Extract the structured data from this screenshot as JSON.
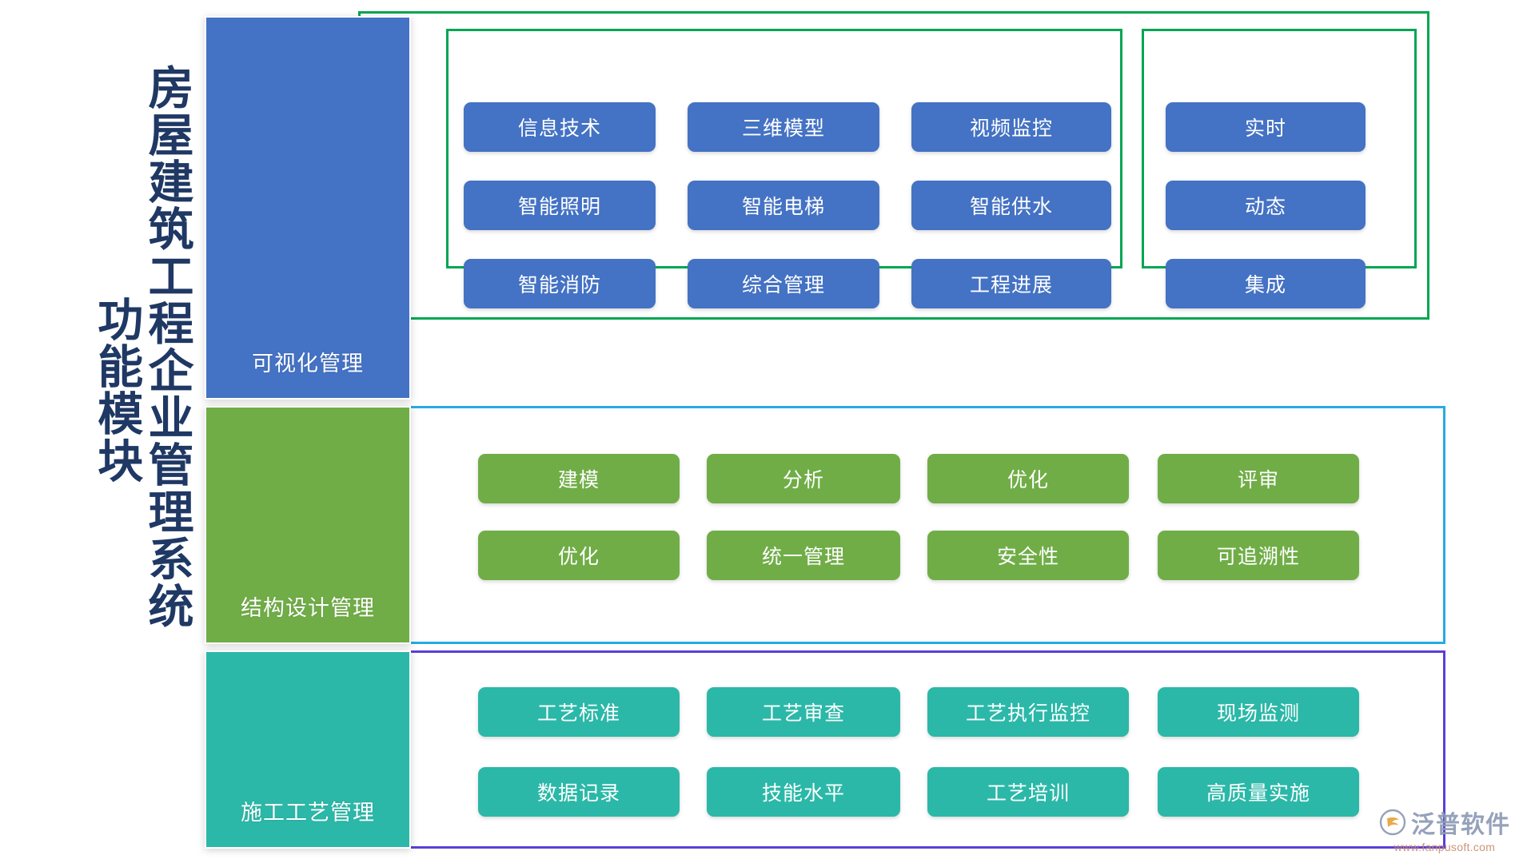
{
  "title": {
    "primary": "房屋建筑工程企业管理系统",
    "secondary": "功能模块",
    "color": "#1F3864"
  },
  "colors": {
    "blue": "#4472C4",
    "green": "#70AD47",
    "teal": "#2BB8A8",
    "outline_green": "#00A652",
    "outline_cyan": "#29ABE2",
    "outline_purple": "#5B3FD6"
  },
  "sections": [
    {
      "key": "visualization",
      "label": "可视化管理",
      "color": "#4472C4",
      "outline": "#00A652",
      "groups": [
        {
          "key": "main",
          "items": [
            "信息技术",
            "三维模型",
            "视频监控",
            "智能照明",
            "智能电梯",
            "智能供水",
            "智能消防",
            "综合管理",
            "工程进展"
          ]
        },
        {
          "key": "aside",
          "items": [
            "实时",
            "动态",
            "集成"
          ]
        }
      ]
    },
    {
      "key": "structural-design",
      "label": "结构设计管理",
      "color": "#70AD47",
      "outline": "#29ABE2",
      "groups": [
        {
          "key": "main",
          "items": [
            "建模",
            "分析",
            "优化",
            "评审",
            "优化",
            "统一管理",
            "安全性",
            "可追溯性"
          ]
        }
      ]
    },
    {
      "key": "construction-process",
      "label": "施工工艺管理",
      "color": "#2BB8A8",
      "outline": "#5B3FD6",
      "groups": [
        {
          "key": "main",
          "items": [
            "工艺标准",
            "工艺审查",
            "工艺执行监控",
            "现场监测",
            "数据记录",
            "技能水平",
            "工艺培训",
            "高质量实施"
          ]
        }
      ]
    }
  ],
  "watermark": {
    "brand": "泛普软件",
    "url": "www.fanpusoft.com"
  }
}
